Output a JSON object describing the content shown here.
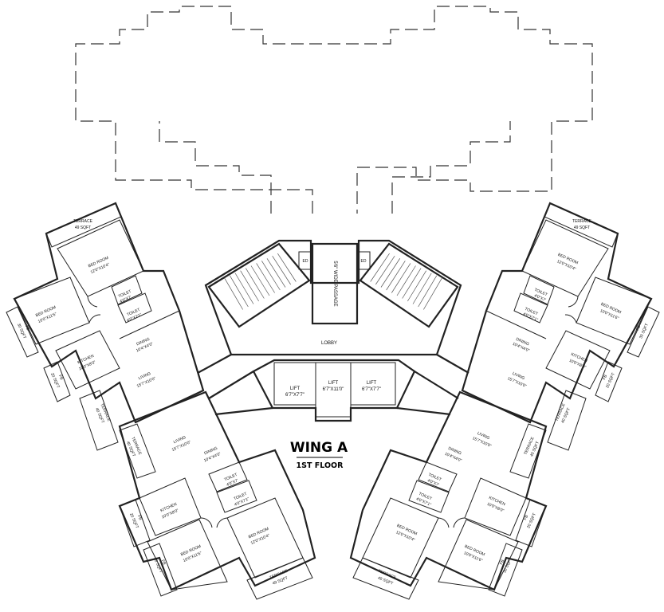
{
  "title": "WING A",
  "subtitle": "1ST FLOOR",
  "core": {
    "lobby": "LOBBY",
    "passage": "5'6\" WIDE PASSAGE",
    "ed": "ED",
    "lift_left_name": "LIFT",
    "lift_left_size": "6'7\"X7'7\"",
    "lift_mid_name": "LIFT",
    "lift_mid_size": "6'7\"X11'0\"",
    "lift_right_name": "LIFT",
    "lift_right_size": "6'7\"X7'7\""
  },
  "flats": {
    "left_upper": {
      "terrace_top_name": "TERRACE",
      "terrace_top_size": "49 SQFT",
      "bed1_name": "BED ROOM",
      "bed1_size": "12'0\"X10'4\"",
      "toilet1_name": "TOILET",
      "toilet1_size": "4'0\"X7'",
      "toilet2_name": "TOILET",
      "toilet2_size": "4'0\"X7'1\"",
      "bed2_name": "BED ROOM",
      "bed2_size": "10'0\"X11'6\"",
      "fb_name": "FB",
      "fb_size": "30 SQFT",
      "kitchen_name": "KITCHEN",
      "kitchen_size": "10'0\"X8'0\"",
      "fb2_name": "FB",
      "fb2_size": "20 SQFT",
      "dining_name": "DINING",
      "dining_size": "10'4\"X4'0\"",
      "living_name": "LIVING",
      "living_size": "15'7\"X10'0\"",
      "terrace_side_name": "TERRACE",
      "terrace_side_size": "40 SQFT"
    },
    "left_lower": {
      "living_name": "LIVING",
      "living_size": "15'7\"X10'0\"",
      "dining_name": "DINING",
      "dining_size": "10'4\"X4'0\"",
      "terrace_side_name": "TERRACE",
      "terrace_side_size": "40 SQFT",
      "toilet1_name": "TOILET",
      "toilet1_size": "4'0\"X7'",
      "toilet2_name": "TOILET",
      "toilet2_size": "4'0\"X7'1\"",
      "kitchen_name": "KITCHEN",
      "kitchen_size": "10'0\"X8'0\"",
      "fb_name": "FB",
      "fb_size": "20 SQFT",
      "bed1_name": "BED ROOM",
      "bed1_size": "12'0\"X10'4\"",
      "bed2_name": "BED ROOM",
      "bed2_size": "10'0\"X11'6\"",
      "fb2_name": "FB",
      "fb2_size": "30 SQFT",
      "terrace_bottom_name": "TERRACE",
      "terrace_bottom_size": "49 SQFT"
    },
    "right_upper": {
      "terrace_top_name": "TERRACE",
      "terrace_top_size": "49 SQFT",
      "bed1_name": "BED ROOM",
      "bed1_size": "12'0\"X10'4\"",
      "toilet1_name": "TOILET",
      "toilet1_size": "4'0\"X7'",
      "toilet2_name": "TOILET",
      "toilet2_size": "4'0\"X7'1\"",
      "bed2_name": "BED ROOM",
      "bed2_size": "10'0\"X11'6\"",
      "fb_name": "FB",
      "fb_size": "30 SQFT",
      "kitchen_name": "KITCHEN",
      "kitchen_size": "10'0\"X8'0\"",
      "fb2_name": "FB",
      "fb2_size": "20 SQFT",
      "dining_name": "DINING",
      "dining_size": "10'4\"X4'0\"",
      "living_name": "LIVING",
      "living_size": "15'7\"X10'0\"",
      "terrace_side_name": "TERRACE",
      "terrace_side_size": "40 SQFT"
    },
    "right_lower": {
      "living_name": "LIVING",
      "living_size": "15'7\"X10'0\"",
      "dining_name": "DINING",
      "dining_size": "10'4\"X4'0\"",
      "terrace_side_name": "TERRACE",
      "terrace_side_size": "40 SQFT",
      "toilet1_name": "TOILET",
      "toilet1_size": "4'0\"X7'",
      "toilet2_name": "TOILET",
      "toilet2_size": "4'0\"X7'1\"",
      "kitchen_name": "KITCHEN",
      "kitchen_size": "10'0\"X8'0\"",
      "fb_name": "FB",
      "fb_size": "20 SQFT",
      "bed1_name": "BED ROOM",
      "bed1_size": "12'0\"X10'4\"",
      "bed2_name": "BED ROOM",
      "bed2_size": "10'0\"X11'6\"",
      "fb2_name": "FB",
      "fb2_size": "30 SQFT",
      "terrace_bottom_name": "TERRACE",
      "terrace_bottom_size": "49 SQFT"
    }
  }
}
